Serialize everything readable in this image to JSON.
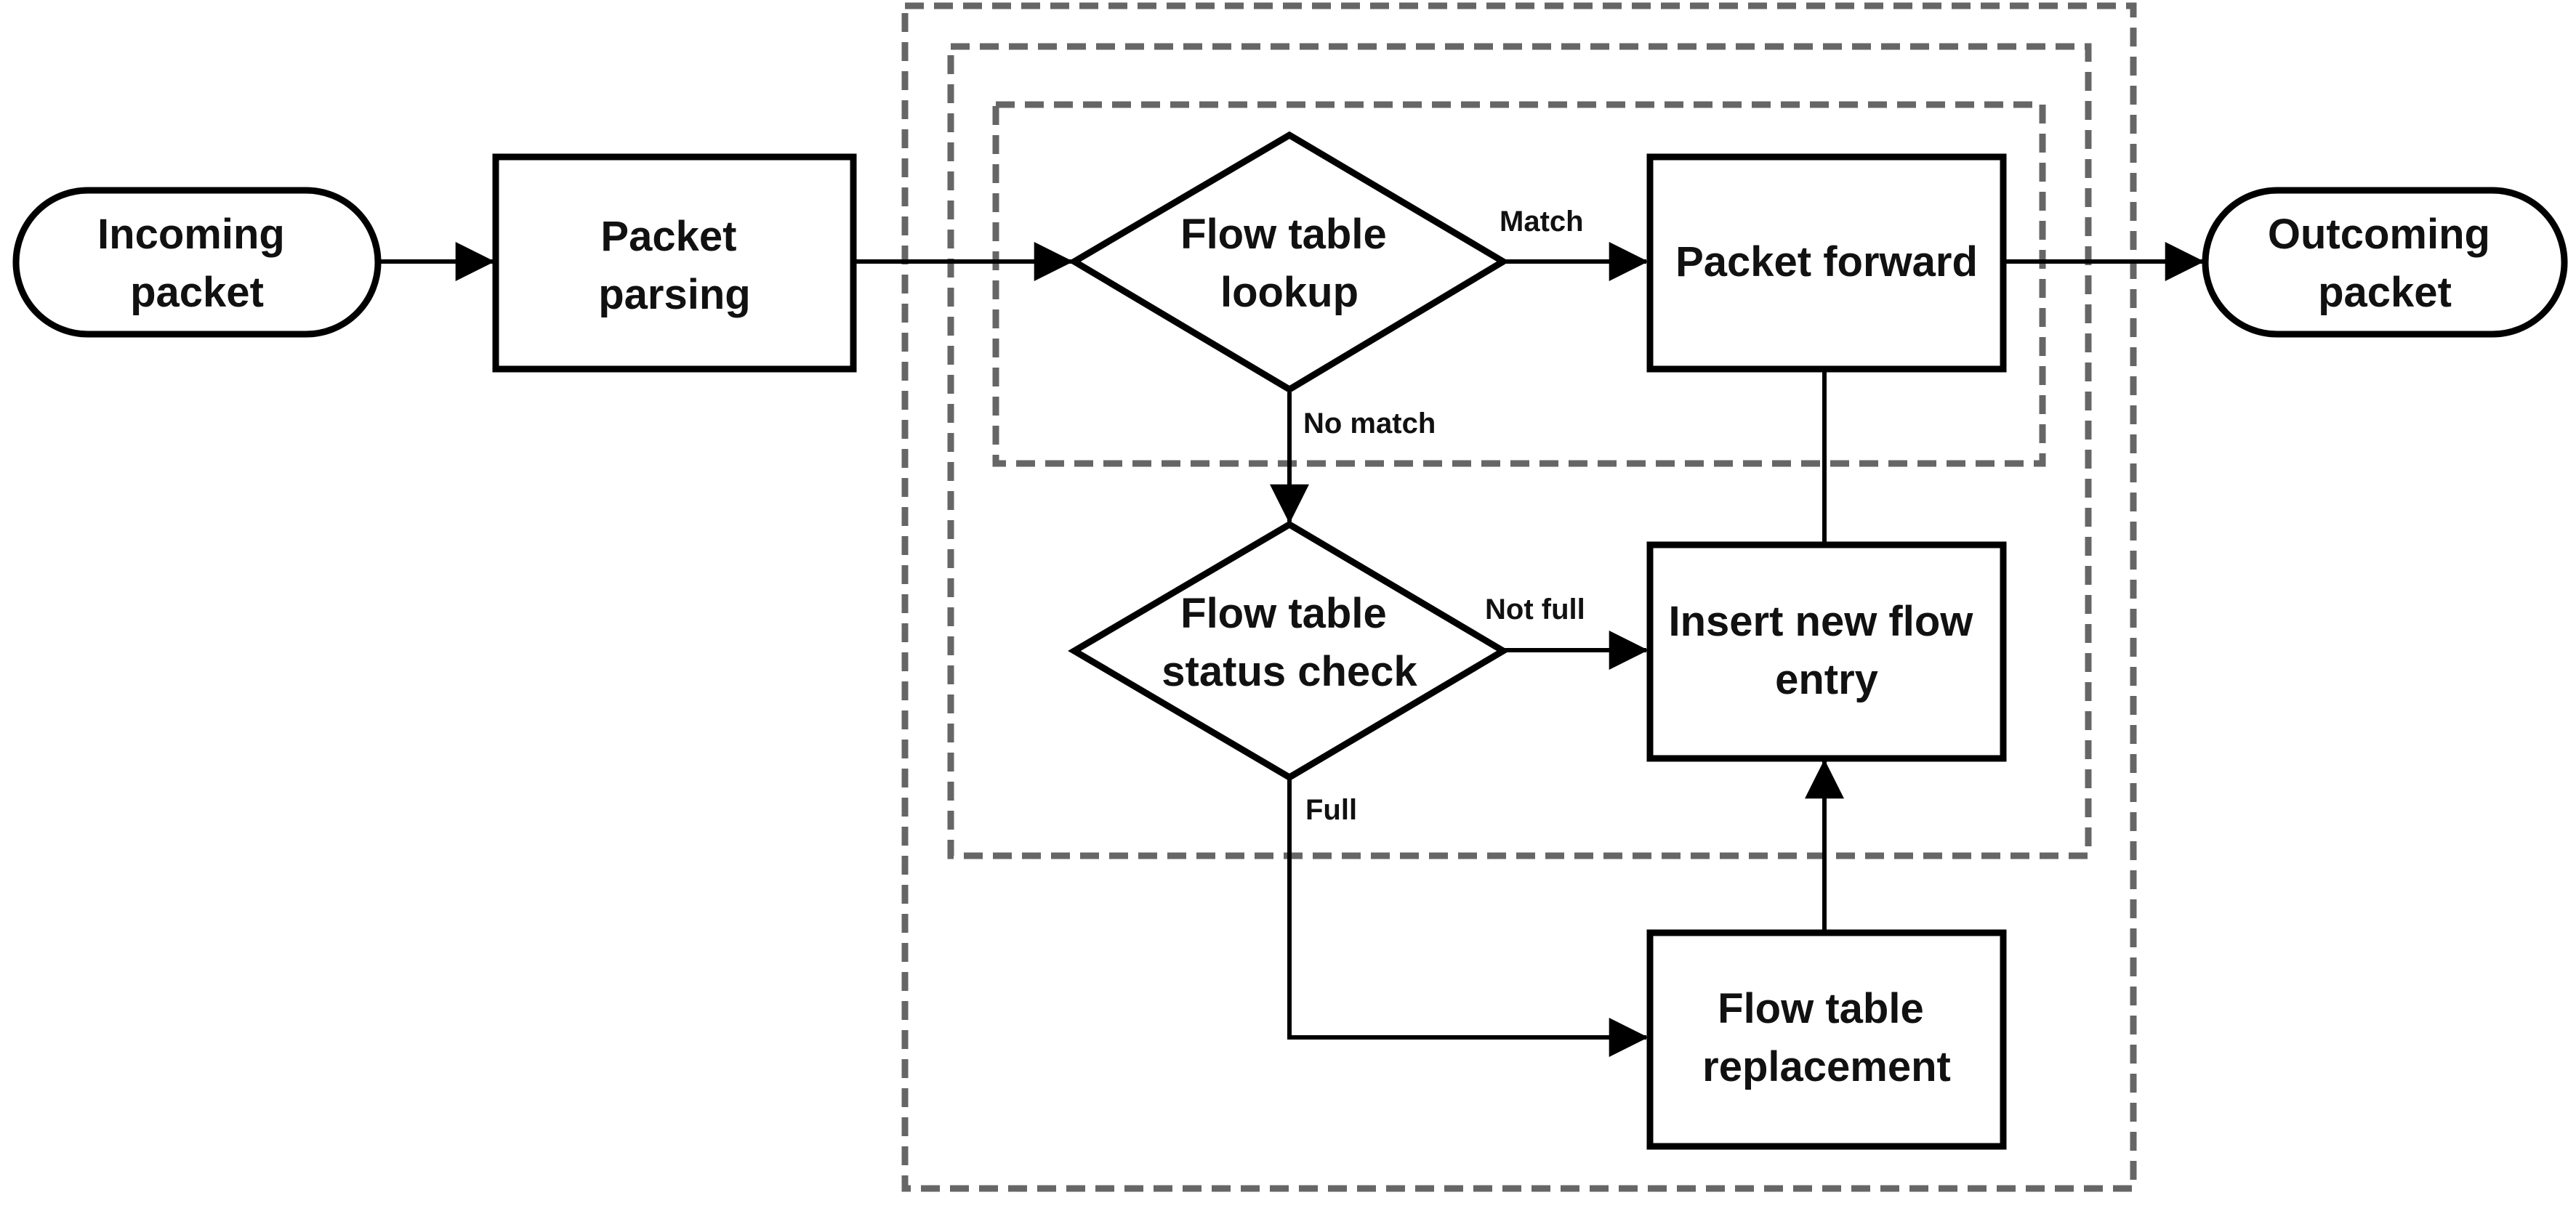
{
  "nodes": {
    "incoming": {
      "lines": [
        "Incoming",
        "packet"
      ]
    },
    "parsing": {
      "lines": [
        "Packet",
        "parsing"
      ]
    },
    "lookup": {
      "lines": [
        "Flow table",
        "lookup"
      ]
    },
    "forward": {
      "lines": [
        "Packet forward"
      ]
    },
    "outgoing": {
      "lines": [
        "Outcoming",
        "packet"
      ]
    },
    "status": {
      "lines": [
        "Flow table",
        "status check"
      ]
    },
    "insert": {
      "lines": [
        "Insert new flow",
        "entry"
      ]
    },
    "replacement": {
      "lines": [
        "Flow table",
        "replacement"
      ]
    }
  },
  "edges": {
    "match": "Match",
    "no_match": "No match",
    "not_full": "Not full",
    "full": "Full"
  },
  "colors": {
    "stroke": "#000000",
    "dashed_frame": "#666666",
    "fill": "#ffffff"
  }
}
